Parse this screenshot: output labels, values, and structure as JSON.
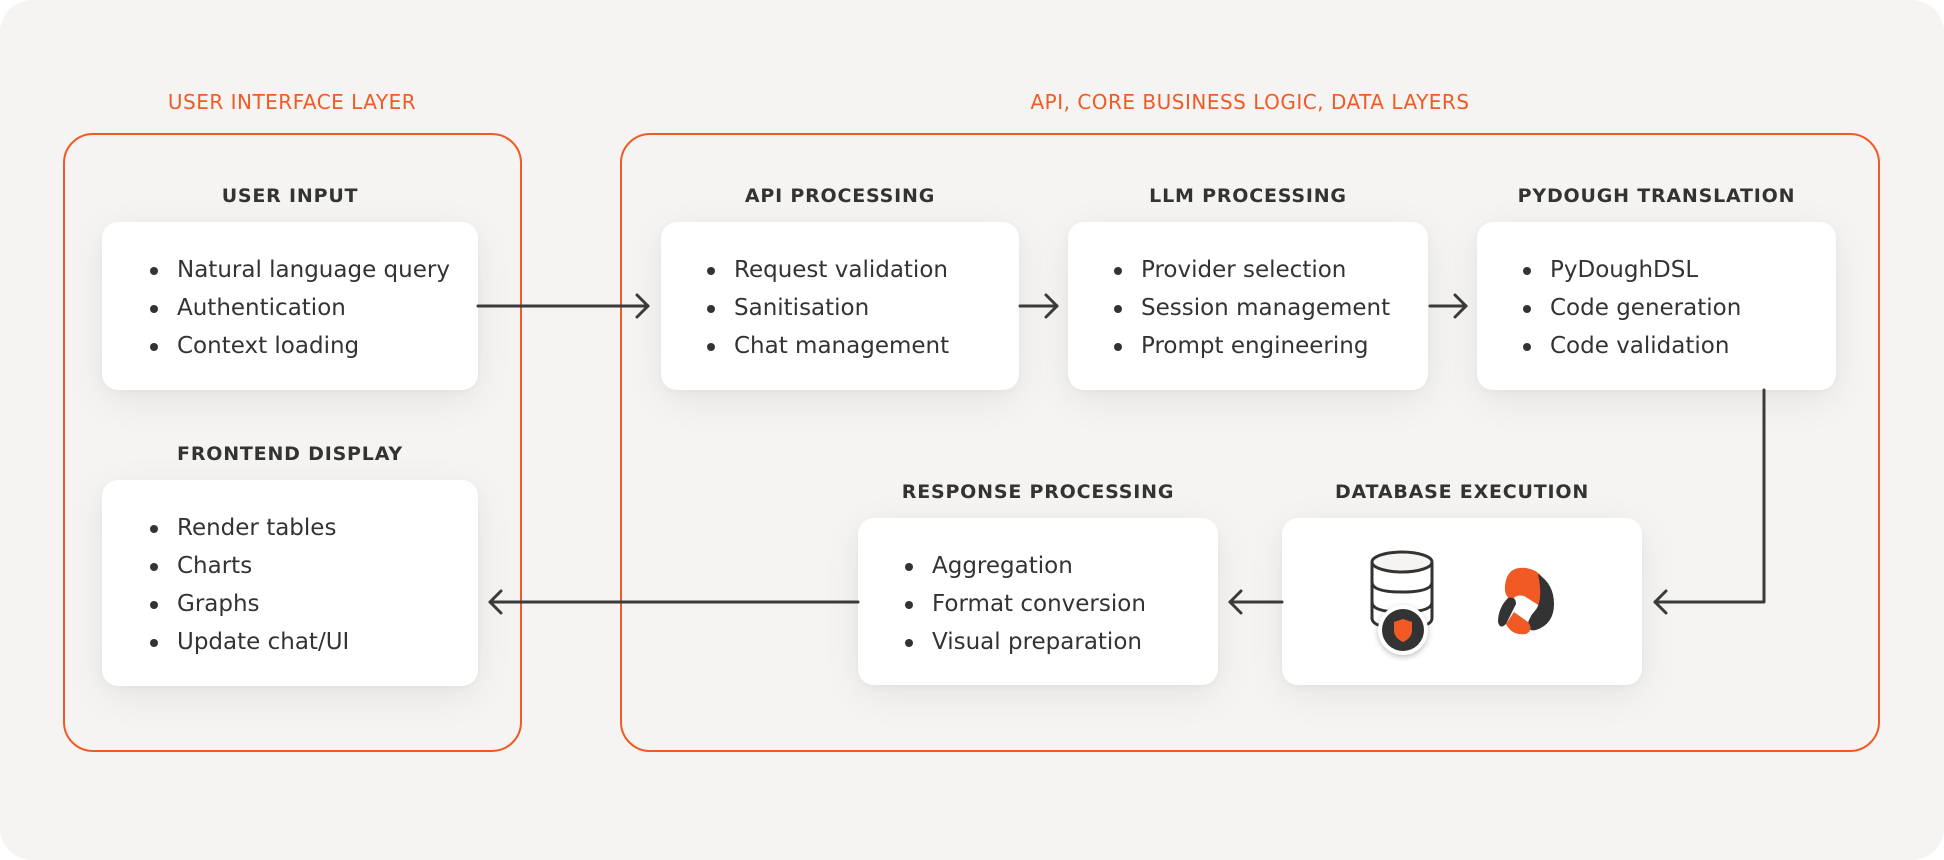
{
  "colors": {
    "accent": "#f15a24",
    "ink": "#333333",
    "background": "#f5f4f2",
    "card": "#ffffff"
  },
  "layers": {
    "ui": {
      "label": "USER INTERFACE LAYER"
    },
    "api": {
      "label": "API, CORE BUSINESS LOGIC, DATA LAYERS"
    }
  },
  "stages": {
    "user_input": {
      "title": "USER INPUT",
      "items": [
        "Natural language query",
        "Authentication",
        "Context loading"
      ]
    },
    "frontend_display": {
      "title": "FRONTEND DISPLAY",
      "items": [
        "Render tables",
        "Charts",
        "Graphs",
        "Update chat/UI"
      ]
    },
    "api_processing": {
      "title": "API PROCESSING",
      "items": [
        "Request validation",
        "Sanitisation",
        "Chat management"
      ]
    },
    "llm_processing": {
      "title": "LLM PROCESSING",
      "items": [
        "Provider selection",
        "Session management",
        "Prompt engineering"
      ]
    },
    "pydough_translation": {
      "title": "PYDOUGH TRANSLATION",
      "items": [
        "PyDoughDSL",
        "Code generation",
        "Code validation"
      ]
    },
    "response_processing": {
      "title": "RESPONSE PROCESSING",
      "items": [
        "Aggregation",
        "Format conversion",
        "Visual preparation"
      ]
    },
    "database_execution": {
      "title": "DATABASE EXECUTION",
      "icons": [
        "secure-database-icon",
        "pydough-logo-icon"
      ]
    }
  },
  "flow": [
    "user_input -> api_processing",
    "api_processing -> llm_processing",
    "llm_processing -> pydough_translation",
    "pydough_translation -> database_execution",
    "database_execution -> response_processing",
    "response_processing -> frontend_display"
  ]
}
